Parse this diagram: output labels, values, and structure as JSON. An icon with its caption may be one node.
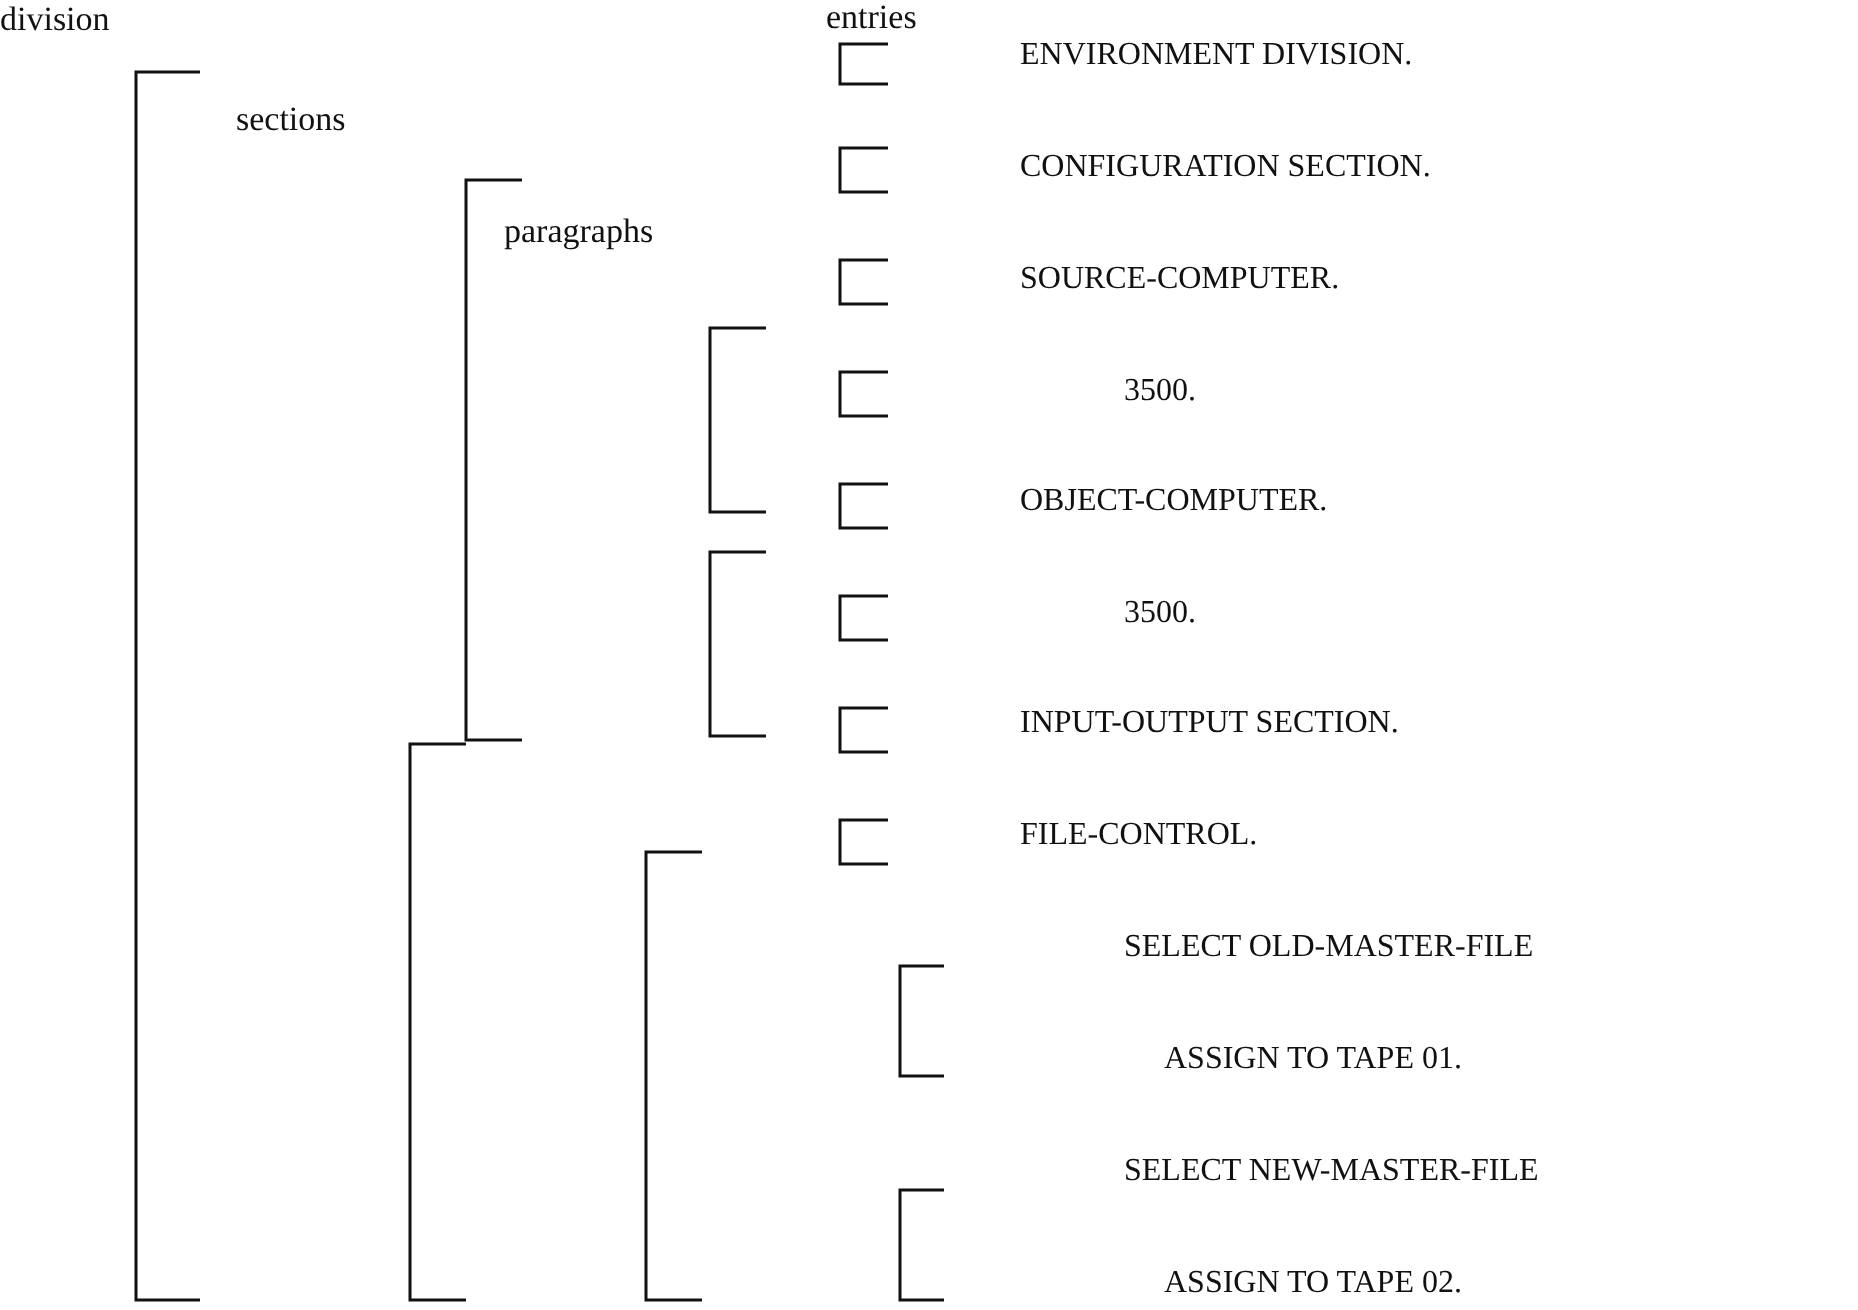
{
  "diagram": {
    "labels": [
      "division",
      "entries",
      "ENVIRONMENT DIVISION.",
      "sections",
      "CONFIGURATION SECTION.",
      "paragraphs",
      "SOURCE-COMPUTER.",
      "3500.",
      "OBJECT-COMPUTER.",
      "3500.",
      "INPUT-OUTPUT SECTION.",
      "FILE-CONTROL.",
      "SELECT OLD-MASTER-FILE",
      "ASSIGN TO TAPE 01.",
      "SELECT NEW-MASTER-FILE",
      "ASSIGN TO TAPE 02."
    ]
  }
}
